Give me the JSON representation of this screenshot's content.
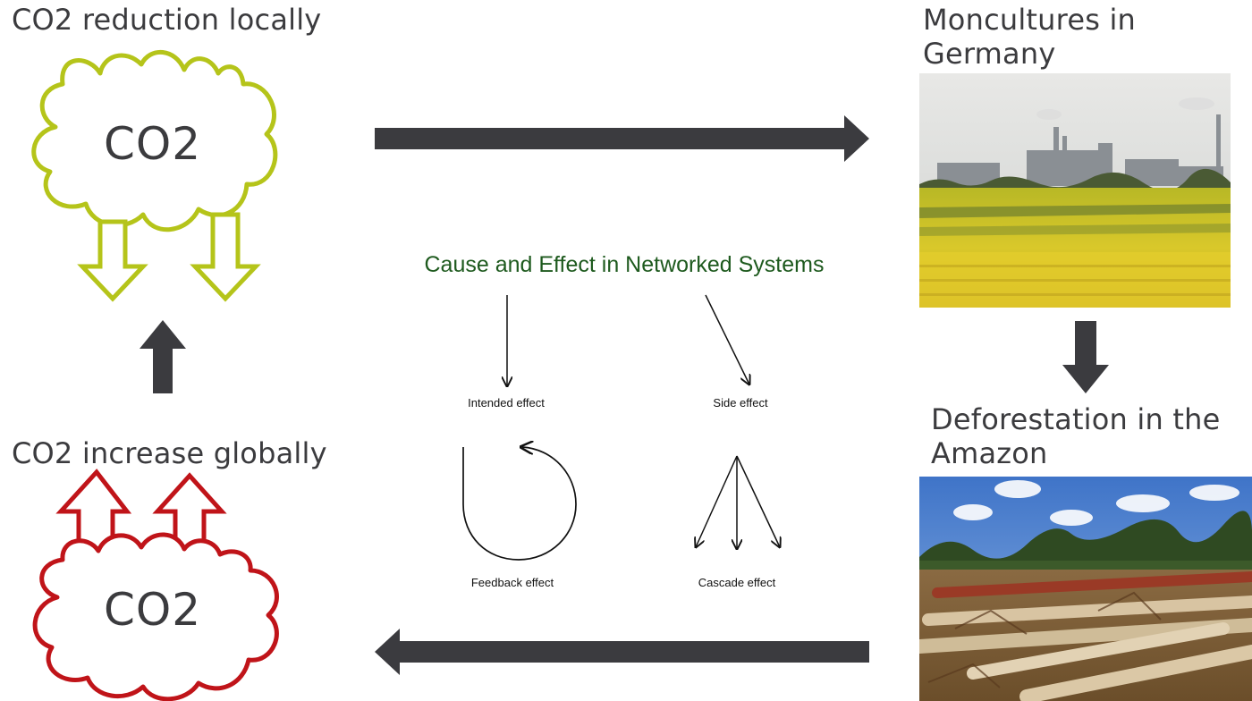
{
  "headings": {
    "co2_reduction": "CO2 reduction locally",
    "co2_increase": "CO2 increase globally",
    "monocultures": "Moncultures in Germany",
    "deforestation": "Deforestation in the Amazon"
  },
  "clouds": {
    "local_label": "CO2",
    "global_label": "CO2"
  },
  "center": {
    "title": "Cause and Effect in Networked Systems",
    "intended_effect": "Intended effect",
    "side_effect": "Side effect",
    "feedback_effect": "Feedback effect",
    "cascade_effect": "Cascade effect"
  },
  "colors": {
    "dark_arrow": "#3b3b3f",
    "heading_text": "#3b3b3e",
    "cloud_green": "#b5c41a",
    "cloud_red": "#c01419",
    "center_title": "#1e5a1e"
  },
  "photos": {
    "monocultures": "rapeseed-field-with-industrial-plant-photo",
    "deforestation": "felled-tree-trunks-in-cleared-forest-photo"
  }
}
